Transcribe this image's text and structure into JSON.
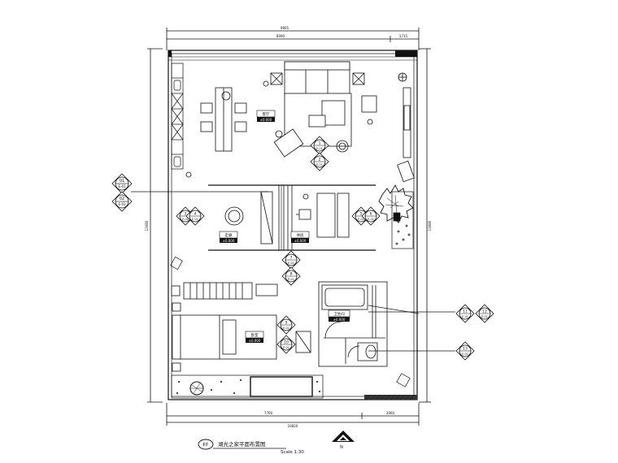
{
  "dimensions": {
    "top_total": "9805",
    "top_left": "8090",
    "top_right": "1715",
    "left_total": "13080",
    "right_total": "13080",
    "bottom_left": "7760",
    "bottom_right": "3060",
    "bottom_total": "10820"
  },
  "room_tags": [
    {
      "name": "客厅",
      "level": "±0.000"
    },
    {
      "name": "书房",
      "level": "±0.000"
    },
    {
      "name": "走廊",
      "level": "±0.000"
    },
    {
      "name": "卧室",
      "level": "±0.000"
    },
    {
      "name": "卫生间",
      "level": "±0.000"
    }
  ],
  "elevation_markers": [
    {
      "id": "1",
      "sheet": "E-01"
    },
    {
      "id": "2",
      "sheet": "E-01"
    },
    {
      "id": "3",
      "sheet": "E-01"
    },
    {
      "id": "4",
      "sheet": "E-01"
    },
    {
      "id": "5",
      "sheet": "E-01"
    },
    {
      "id": "6",
      "sheet": "E-01"
    },
    {
      "id": "7",
      "sheet": "E-01"
    },
    {
      "id": "8",
      "sheet": "E-01"
    },
    {
      "id": "9",
      "sheet": "E-01"
    },
    {
      "id": "10",
      "sheet": "E-01"
    },
    {
      "id": "11",
      "sheet": "E-01"
    },
    {
      "id": "12",
      "sheet": "E-01"
    },
    {
      "id": "13",
      "sheet": "E-01"
    }
  ],
  "section_markers": [
    {
      "id": "01",
      "sheet": "E-01"
    },
    {
      "id": "02",
      "sheet": "E-01"
    }
  ],
  "north_label": "N",
  "title_block": {
    "symbol": "FF",
    "title": "湖光之家平面布置图",
    "scale": "Scale 1:30"
  }
}
